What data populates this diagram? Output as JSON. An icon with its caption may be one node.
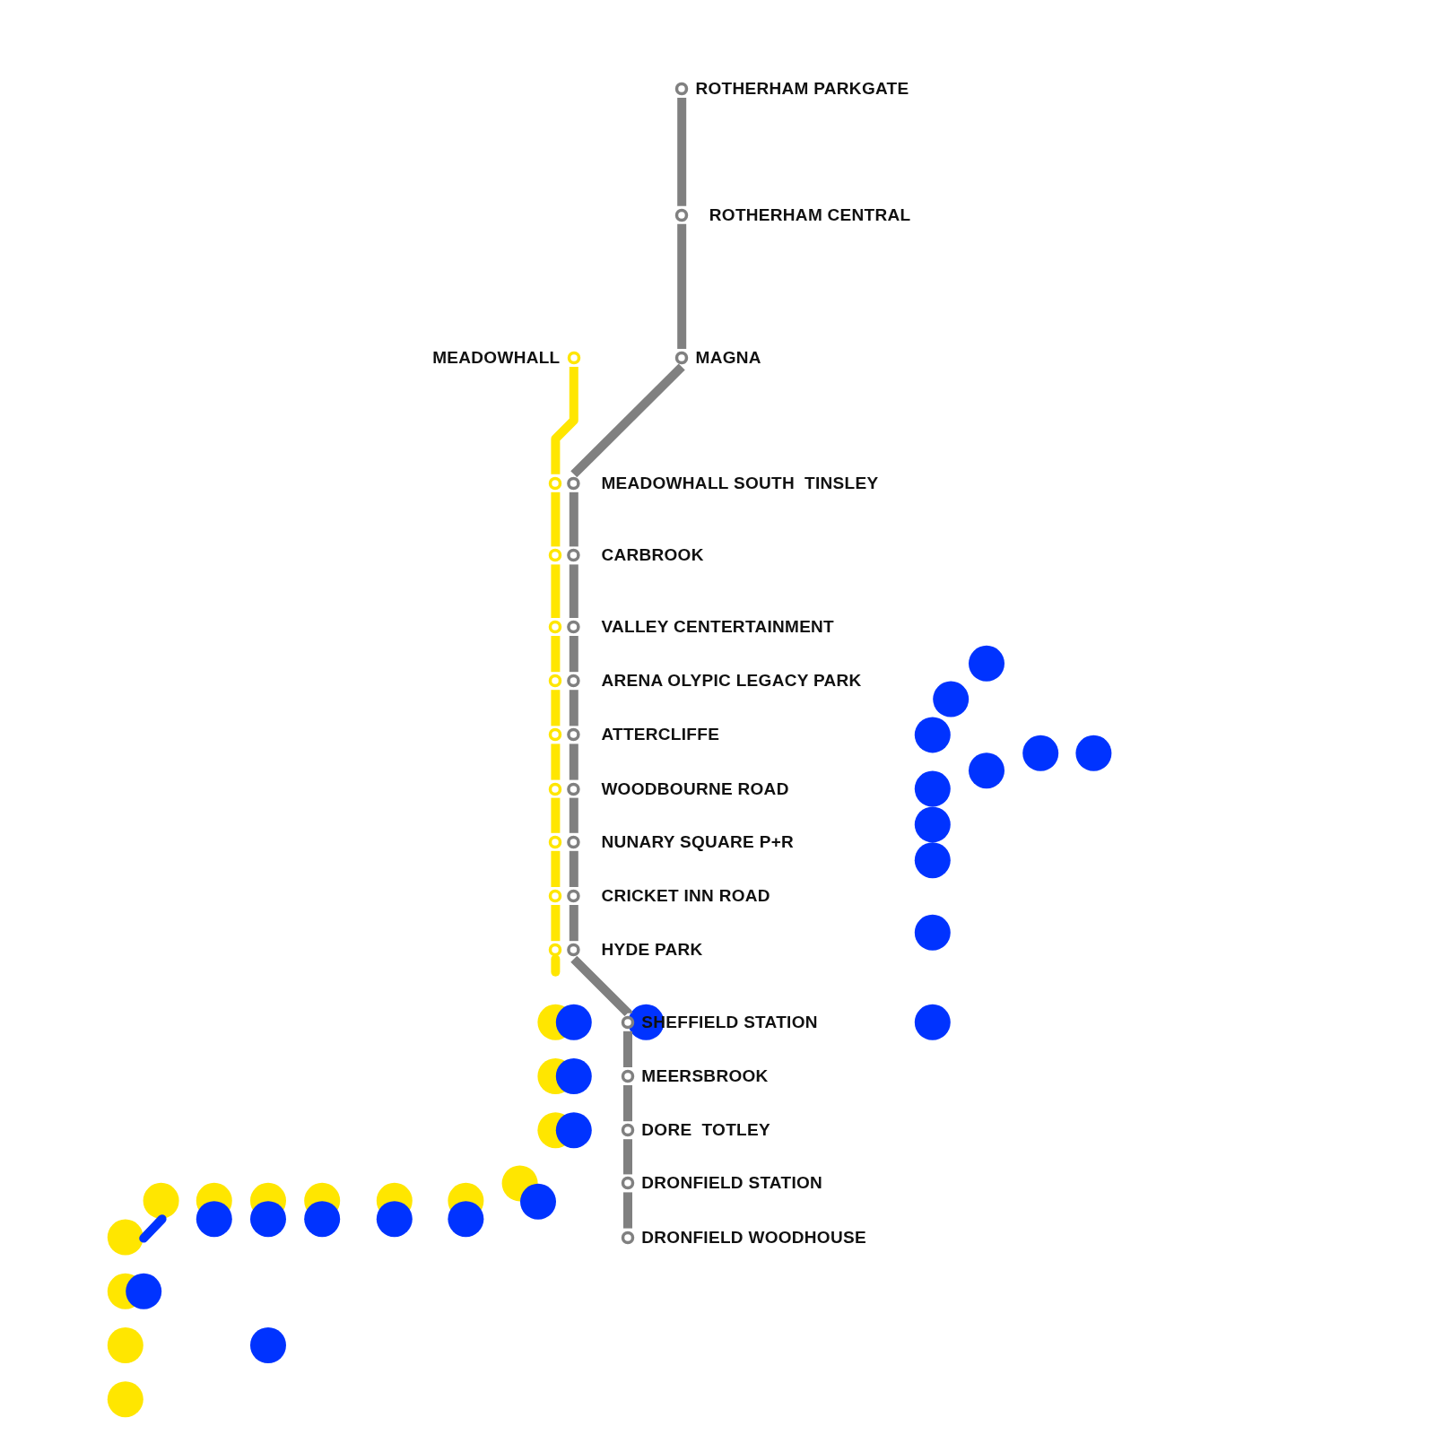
{
  "diagram": {
    "nodes": [
      {
        "text": [
          "ROTHERHAM PARKGATE"
        ]
      },
      {
        "text": [
          "ROTHERHAM CENTRAL"
        ]
      },
      {
        "text": [
          "MEADOWHALL"
        ]
      },
      {
        "text": [
          "MAGNA"
        ]
      },
      {
        "text": [
          "MEADOWHALL SOUTH  TINSLEY"
        ]
      },
      {
        "text": [
          "CARBROOK"
        ]
      },
      {
        "text": [
          "VALLEY CENTERTAINMENT"
        ]
      },
      {
        "text": [
          "ARENA OLYPIC LEGACY PARK"
        ]
      },
      {
        "text": [
          "ATTERCLIFFE"
        ]
      },
      {
        "text": [
          "WOODBOURNE ROAD"
        ]
      },
      {
        "text": [
          "NUNARY SQUARE P+R"
        ]
      },
      {
        "text": [
          "CRICKET INN ROAD"
        ]
      },
      {
        "text": [
          "HYDE PARK"
        ]
      },
      {
        "text": [
          "SHEFFIELD STATION"
        ]
      },
      {
        "text": [
          "MEERSBROOK"
        ]
      },
      {
        "text": [
          "DORE  TOTLEY"
        ]
      },
      {
        "text": [
          "DRONFIELD STATION"
        ]
      },
      {
        "text": [
          "DRONFIELD WOODHOUSE"
        ]
      }
    ],
    "edges": [
      {
        "from": 0,
        "to": 1,
        "arrow": "none"
      },
      {
        "from": 1,
        "to": 3,
        "arrow": "none"
      },
      {
        "from": 3,
        "to": 4,
        "arrow": "none"
      },
      {
        "from": 4,
        "to": 5,
        "arrow": "none"
      },
      {
        "from": 5,
        "to": 6,
        "arrow": "none"
      },
      {
        "from": 6,
        "to": 7,
        "arrow": "none"
      },
      {
        "from": 7,
        "to": 8,
        "arrow": "none"
      },
      {
        "from": 8,
        "to": 9,
        "arrow": "none"
      },
      {
        "from": 9,
        "to": 10,
        "arrow": "none"
      },
      {
        "from": 10,
        "to": 11,
        "arrow": "none"
      },
      {
        "from": 11,
        "to": 12,
        "arrow": "none"
      },
      {
        "from": 12,
        "to": 13,
        "arrow": "none"
      },
      {
        "from": 13,
        "to": 14,
        "arrow": "none"
      },
      {
        "from": 14,
        "to": 15,
        "arrow": "none"
      },
      {
        "from": 15,
        "to": 16,
        "arrow": "none"
      },
      {
        "from": 16,
        "to": 17,
        "arrow": "none"
      },
      {
        "from": 2,
        "to": 4,
        "arrow": "none",
        "color": "#ffe600"
      },
      {
        "from": 4,
        "to": 5,
        "arrow": "none",
        "color": "#ffe600"
      },
      {
        "from": 5,
        "to": 6,
        "arrow": "none",
        "color": "#ffe600"
      },
      {
        "from": 6,
        "to": 7,
        "arrow": "none",
        "color": "#ffe600"
      },
      {
        "from": 7,
        "to": 8,
        "arrow": "none",
        "color": "#ffe600"
      },
      {
        "from": 8,
        "to": 9,
        "arrow": "none",
        "color": "#ffe600"
      },
      {
        "from": 9,
        "to": 10,
        "arrow": "none",
        "color": "#ffe600"
      },
      {
        "from": 10,
        "to": 11,
        "arrow": "none",
        "color": "#ffe600"
      },
      {
        "from": 11,
        "to": 12,
        "arrow": "none",
        "color": "#ffe600"
      }
    ]
  }
}
